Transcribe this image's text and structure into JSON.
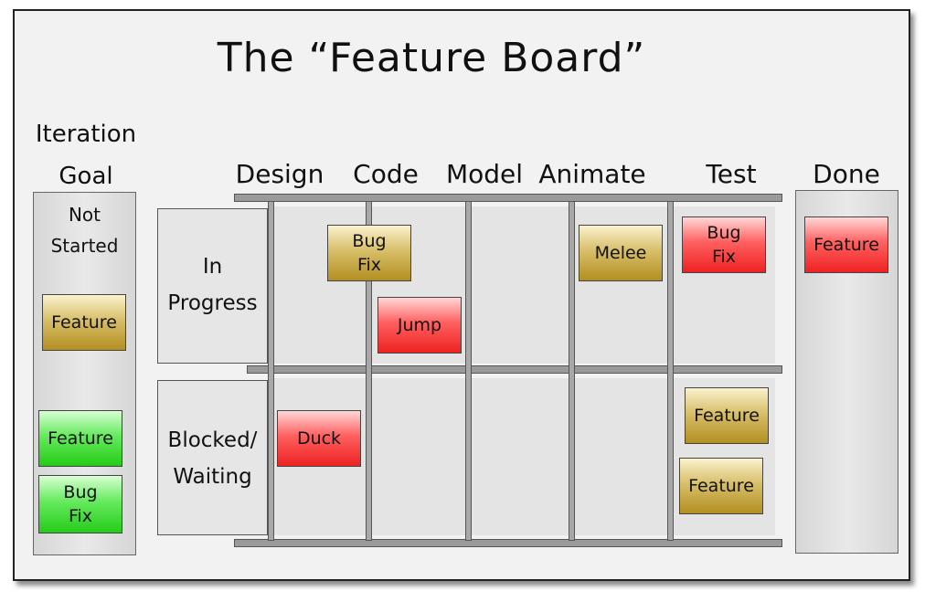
{
  "title": "The “Feature Board”",
  "goal_heading": [
    "Iteration",
    "Goal"
  ],
  "goal_subheading": [
    "Not",
    "Started"
  ],
  "columns": [
    "Design",
    "Code",
    "Model",
    "Animate",
    "Test"
  ],
  "done_heading": "Done",
  "rows": {
    "in_progress": [
      "In",
      "Progress"
    ],
    "blocked": [
      "Blocked/",
      "Waiting"
    ]
  },
  "cards": {
    "goal_feature_gold": "Feature",
    "goal_feature_green": "Feature",
    "goal_bug_green": [
      "Bug",
      "Fix"
    ],
    "design_bug": [
      "Bug",
      "Fix"
    ],
    "code_jump": "Jump",
    "animate_melee": "Melee",
    "test_bug": [
      "Bug",
      "Fix"
    ],
    "done_feature": "Feature",
    "design_duck": "Duck",
    "test_feature_1": "Feature",
    "test_feature_2": "Feature"
  },
  "colors": {
    "gold": "#c9a84a",
    "red": "#ff4444",
    "green": "#44dd3c"
  }
}
